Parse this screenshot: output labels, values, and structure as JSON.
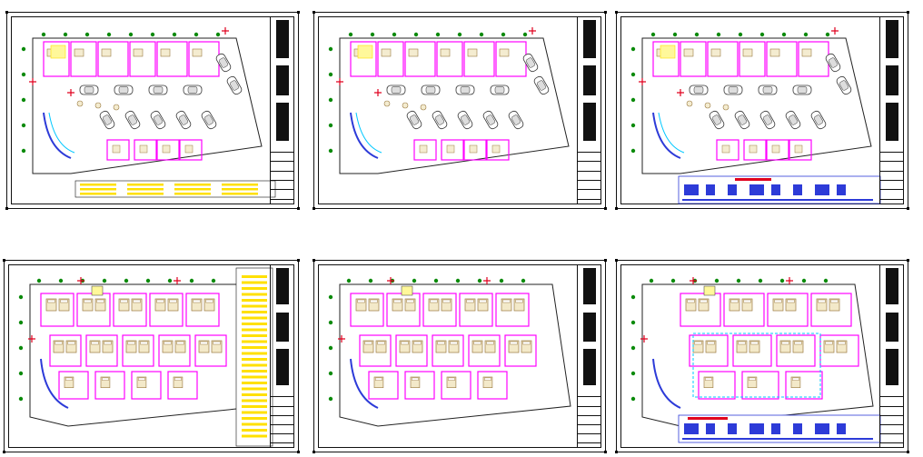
{
  "drawing": {
    "sheet_count": 6,
    "colors": {
      "wall": "#ff00ff",
      "line": "#111111",
      "grid_bubble": "#0a8a0a",
      "red_marker": "#e0001e",
      "blue_fill": "#2d3bd8",
      "yellow_text": "#ffe000",
      "furniture": "#9a7a40",
      "cyan": "#00c8ff"
    },
    "icons": {
      "car": "car-icon",
      "bed": "bed-icon",
      "grid_bubble": "grid-bubble-icon",
      "north_marker": "red-marker-icon"
    }
  },
  "sheets": [
    {
      "id": "sheet-1",
      "variant": "parking",
      "has_yellow_legend_bottom": true,
      "has_blue_table": false,
      "has_yellow_legend_side": false
    },
    {
      "id": "sheet-2",
      "variant": "parking",
      "has_yellow_legend_bottom": false,
      "has_blue_table": false,
      "has_yellow_legend_side": false
    },
    {
      "id": "sheet-3",
      "variant": "parking",
      "has_yellow_legend_bottom": false,
      "has_blue_table": true,
      "has_yellow_legend_side": false
    },
    {
      "id": "sheet-4",
      "variant": "rooms",
      "has_yellow_legend_bottom": false,
      "has_blue_table": false,
      "has_yellow_legend_side": true
    },
    {
      "id": "sheet-5",
      "variant": "rooms",
      "has_yellow_legend_bottom": false,
      "has_blue_table": false,
      "has_yellow_legend_side": false
    },
    {
      "id": "sheet-6",
      "variant": "rooms-center",
      "has_yellow_legend_bottom": false,
      "has_blue_table": true,
      "has_yellow_legend_side": false
    }
  ]
}
